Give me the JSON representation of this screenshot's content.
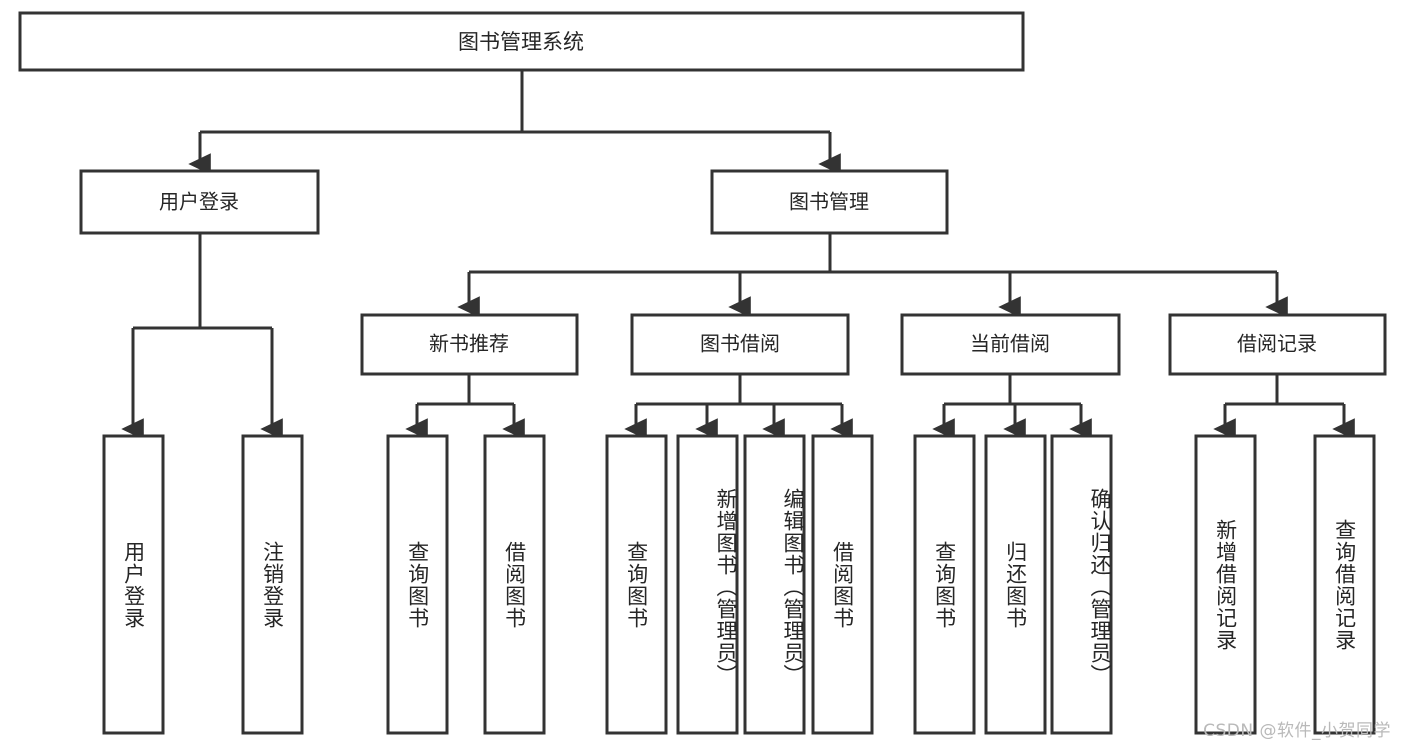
{
  "diagram": {
    "title": "图书管理系统",
    "type": "tree-hierarchy-chart",
    "colors": {
      "box_stroke": "#333333",
      "box_fill": "#ffffff",
      "connector": "#333333",
      "text": "#262626",
      "watermark": "#b9b9b9",
      "background": "#ffffff"
    },
    "root": {
      "label": "图书管理系统"
    },
    "level2": [
      {
        "label": "用户登录"
      },
      {
        "label": "图书管理"
      }
    ],
    "level3": [
      {
        "label": "新书推荐"
      },
      {
        "label": "图书借阅"
      },
      {
        "label": "当前借阅"
      },
      {
        "label": "借阅记录"
      }
    ],
    "leaves": [
      {
        "label": "用户登录",
        "parent": "用户登录"
      },
      {
        "label": "注销登录",
        "parent": "用户登录"
      },
      {
        "label": "查询图书",
        "parent": "新书推荐"
      },
      {
        "label": "借阅图书",
        "parent": "新书推荐"
      },
      {
        "label": "查询图书",
        "parent": "图书借阅"
      },
      {
        "label": "新增图书（管理员）",
        "parent": "图书借阅"
      },
      {
        "label": "编辑图书（管理员）",
        "parent": "图书借阅"
      },
      {
        "label": "借阅图书",
        "parent": "图书借阅"
      },
      {
        "label": "查询图书",
        "parent": "当前借阅"
      },
      {
        "label": "归还图书",
        "parent": "当前借阅"
      },
      {
        "label": "确认归还（管理员）",
        "parent": "当前借阅"
      },
      {
        "label": "新增借阅记录",
        "parent": "借阅记录"
      },
      {
        "label": "查询借阅记录",
        "parent": "借阅记录"
      }
    ],
    "watermark": "CSDN @软件_小贺同学"
  }
}
